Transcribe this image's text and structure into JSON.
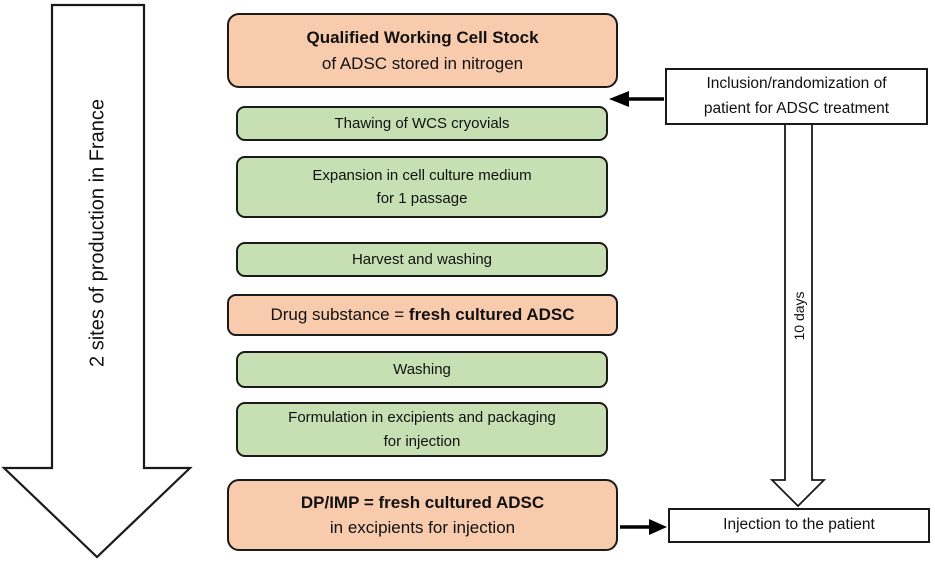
{
  "colors": {
    "orange": "#F8CBAD",
    "green": "#C6E0B4",
    "white": "#FFFFFF",
    "border": "#1a1a1a",
    "arrow": "#000000"
  },
  "left_arrow": {
    "label": "2 sites of production in France"
  },
  "flow": {
    "boxes": [
      {
        "name": "qualified-working-cell-stock",
        "color": "orange",
        "bold_line": "Qualified Working Cell Stock",
        "line2": "of ADSC stored in nitrogen"
      },
      {
        "name": "thawing",
        "color": "green",
        "line": "Thawing of WCS cryovials"
      },
      {
        "name": "expansion",
        "color": "green",
        "line1": "Expansion in cell culture medium",
        "line2": "for 1 passage"
      },
      {
        "name": "harvest",
        "color": "green",
        "line": "Harvest and washing"
      },
      {
        "name": "drug-substance",
        "color": "orange",
        "prefix": "Drug substance = ",
        "bold_part": "fresh cultured ADSC"
      },
      {
        "name": "washing",
        "color": "green",
        "line": "Washing"
      },
      {
        "name": "formulation",
        "color": "green",
        "line1": "Formulation in excipients and packaging",
        "line2": "for injection"
      },
      {
        "name": "dp-imp",
        "color": "orange",
        "bold_line": "DP/IMP = fresh cultured ADSC",
        "line2": "in excipients for injection"
      }
    ]
  },
  "side": {
    "inclusion": {
      "line1": "Inclusion/randomization of",
      "line2": "patient for ADSC treatment"
    },
    "duration_label": "10 days",
    "injection": {
      "line": "Injection to the patient"
    }
  }
}
